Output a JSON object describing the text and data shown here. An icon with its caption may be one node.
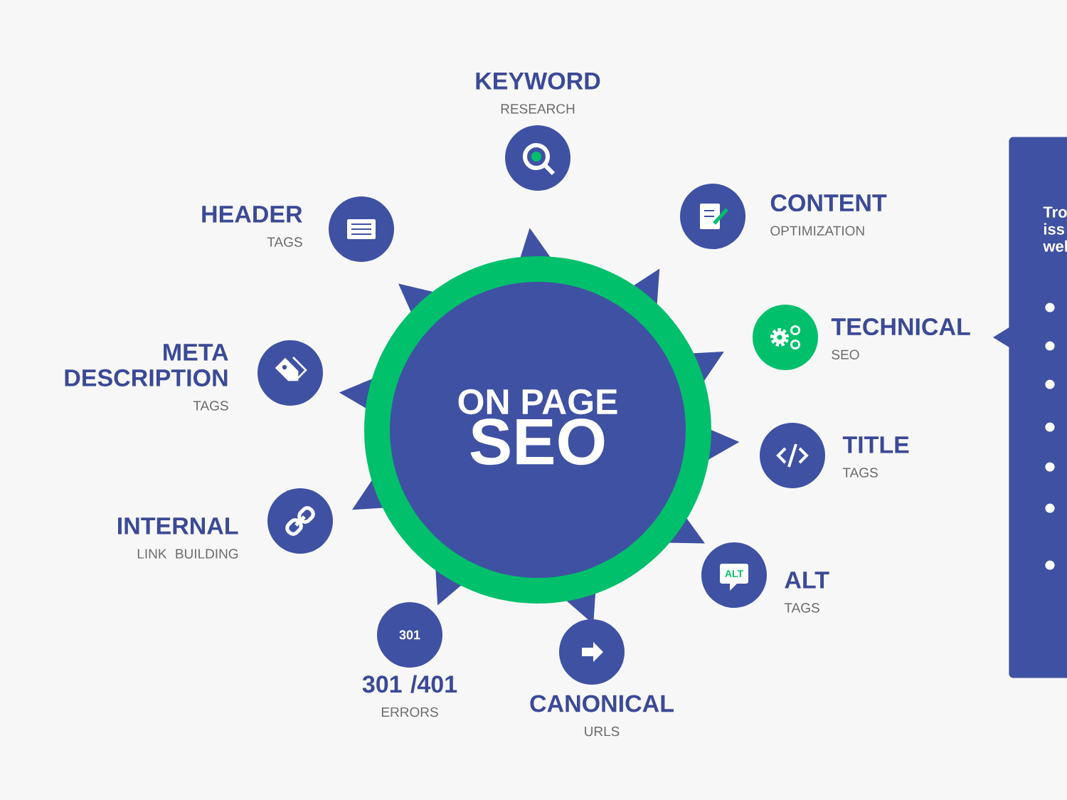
{
  "diagram": {
    "nodes": [
      {
        "text": [
          "ON PAGE",
          "SEO"
        ]
      },
      {
        "text": [],
        "shape": "circle",
        "beside": [
          "KEYWORD",
          "RESEARCH"
        ]
      },
      {
        "text": [],
        "shape": "circle",
        "beside": [
          "HEADER",
          "TAGS"
        ]
      },
      {
        "text": [],
        "shape": "circle",
        "beside": [
          "CONTENT",
          "OPTIMIZATION"
        ]
      },
      {
        "text": [],
        "shape": "circle",
        "beside": [
          "TECHNICAL",
          "SEO"
        ]
      },
      {
        "text": [],
        "shape": "circle",
        "beside": [
          "META DESCRIPTION",
          "TAGS"
        ]
      },
      {
        "text": [],
        "shape": "circle",
        "beside": [
          "TITLE",
          "TAGS"
        ]
      },
      {
        "text": [],
        "shape": "circle",
        "beside": [
          "INTERNAL",
          "LINK BUILDING"
        ]
      },
      {
        "text": [
          "ALT"
        ],
        "beside": [
          "ALT",
          "TAGS"
        ]
      },
      {
        "text": [
          "301"
        ],
        "beside": [
          "301 /401",
          "ERRORS"
        ]
      },
      {
        "text": [],
        "shape": "circle",
        "beside": [
          "CANONICAL",
          "URLS"
        ]
      },
      {
        "text": [
          "Tro iss wel"
        ]
      }
    ]
  }
}
